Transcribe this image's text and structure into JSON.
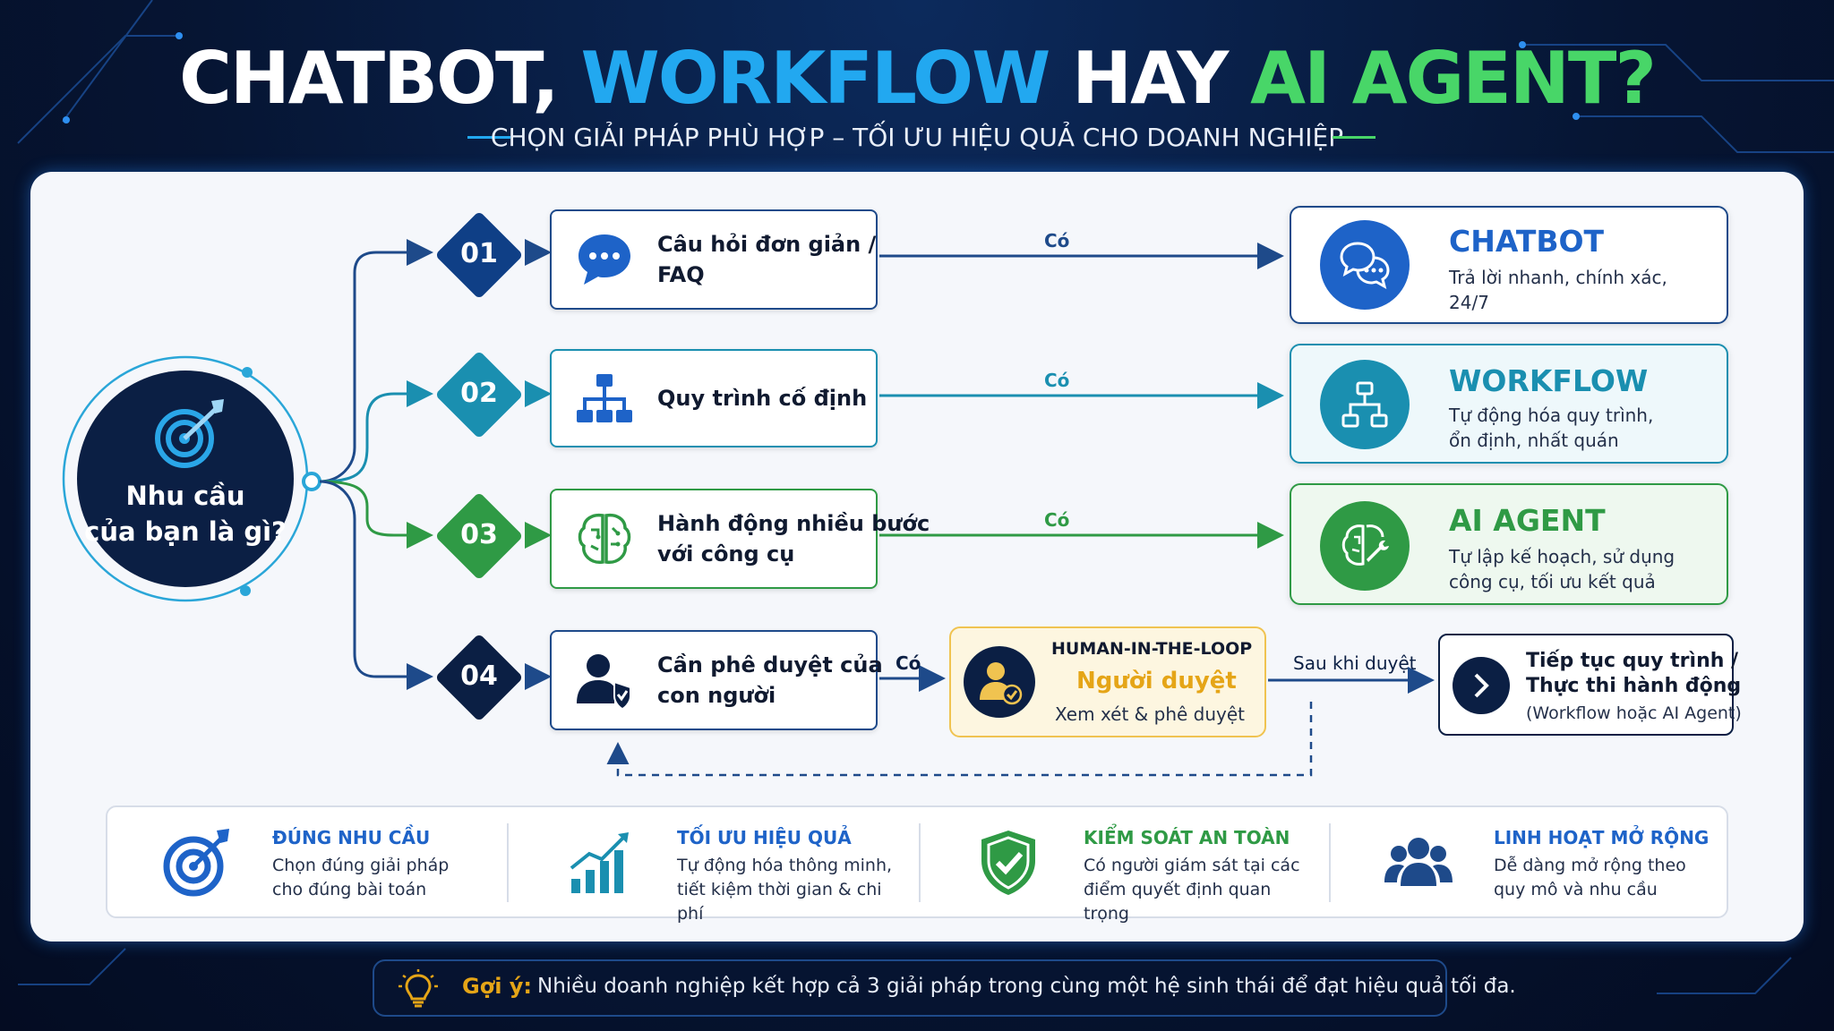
{
  "title": {
    "part1": "CHATBOT, ",
    "part2": "WORKFLOW",
    "part3": " HAY ",
    "part4": "AI AGENT?"
  },
  "subtitle": "CHỌN GIẢI PHÁP PHÙ HỢP – TỐI ƯU HIỆU QUẢ CHO DOANH NGHIỆP",
  "need": {
    "line1": "Nhu cầu",
    "line2": "của bạn là gì?"
  },
  "steps": [
    {
      "num": "01",
      "q1": "Câu hỏi đơn giản /",
      "q2": "FAQ",
      "yes": "Có",
      "result_title": "CHATBOT",
      "result_d1": "Trả lời nhanh, chính xác,",
      "result_d2": "24/7"
    },
    {
      "num": "02",
      "q1": "Quy trình cố định",
      "q2": "",
      "yes": "Có",
      "result_title": "WORKFLOW",
      "result_d1": "Tự động hóa quy trình,",
      "result_d2": "ổn định, nhất quán"
    },
    {
      "num": "03",
      "q1": "Hành động nhiều bước",
      "q2": "với công cụ",
      "yes": "Có",
      "result_title": "AI AGENT",
      "result_d1": "Tự lập kế hoạch, sử dụng",
      "result_d2": "công cụ, tối ưu kết quả"
    },
    {
      "num": "04",
      "q1": "Cần phê duyệt của",
      "q2": "con người",
      "yes": "Có"
    }
  ],
  "hitl": {
    "title": "HUMAN-IN-THE-LOOP",
    "subtitle": "Người duyệt",
    "desc": "Xem xét & phê duyệt"
  },
  "after_label": "Sau khi duyệt",
  "continue": {
    "line1": "Tiếp tục quy trình /",
    "line2": "Thực thi hành động",
    "line3": "(Workflow hoặc AI Agent)"
  },
  "benefits": [
    {
      "title": "ĐÚNG NHU CẦU",
      "d1": "Chọn đúng giải pháp",
      "d2": "cho đúng bài toán"
    },
    {
      "title": "TỐI ƯU HIỆU QUẢ",
      "d1": "Tự động hóa thông minh,",
      "d2": "tiết kiệm thời gian & chi phí"
    },
    {
      "title": "KIỂM SOÁT AN TOÀN",
      "d1": "Có người giám sát tại các",
      "d2": "điểm quyết định quan trọng"
    },
    {
      "title": "LINH HOẠT MỞ RỘNG",
      "d1": "Dễ dàng mở rộng theo",
      "d2": "quy mô và nhu cầu"
    }
  ],
  "tip": {
    "label": "Gợi ý:",
    "text": "Nhiều doanh nghiệp kết hợp cả 3 giải pháp trong cùng một hệ sinh thái để đạt hiệu quả tối đa."
  },
  "colors": {
    "navy": "#0b1f44",
    "blue": "#1e63c8",
    "teal": "#1a8fb0",
    "green": "#2f9a45",
    "gold": "#e5a517",
    "title_blue": "#22a8f0",
    "title_green": "#48d668"
  },
  "icons": [
    "target-icon",
    "chat-icon",
    "flowchart-icon",
    "brain-icon",
    "user-check-icon",
    "chevron-right-icon",
    "chart-icon",
    "shield-check-icon",
    "users-icon",
    "lightbulb-icon"
  ]
}
